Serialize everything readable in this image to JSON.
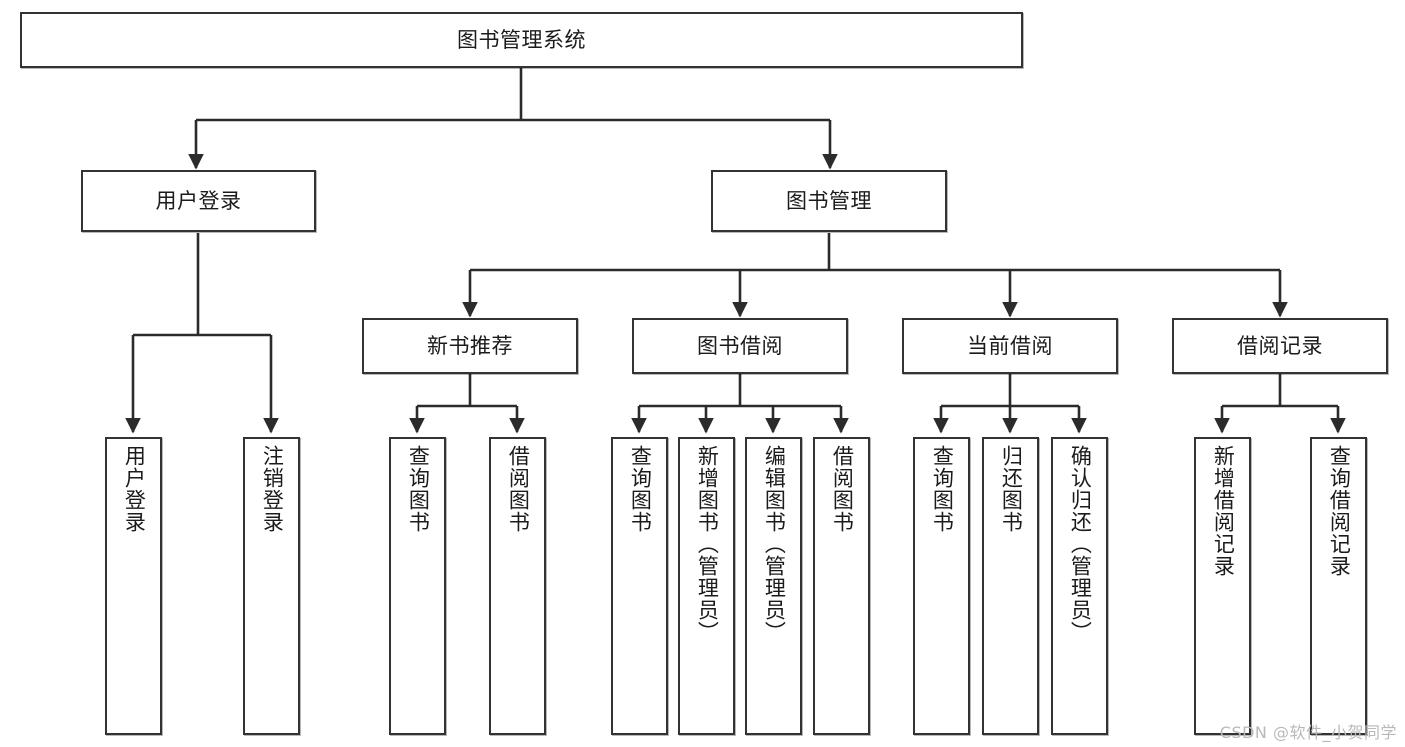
{
  "diagram": {
    "title": "图书管理系统",
    "watermark": "CSDN @软件_小贺同学",
    "colors": {
      "box_border": "#333333",
      "connector": "#2b2b2b",
      "text": "#1b1b1b",
      "background": "#ffffff",
      "watermark": "#b9b9b9"
    },
    "root": {
      "label": "图书管理系统"
    },
    "level2": [
      {
        "label": "用户登录"
      },
      {
        "label": "图书管理"
      }
    ],
    "level3": [
      {
        "label": "新书推荐"
      },
      {
        "label": "图书借阅"
      },
      {
        "label": "当前借阅"
      },
      {
        "label": "借阅记录"
      }
    ],
    "leaves": {
      "user_login": [
        {
          "label": "用户登录"
        },
        {
          "label": "注销登录"
        }
      ],
      "new_book_recommend": [
        {
          "label": "查询图书"
        },
        {
          "label": "借阅图书"
        }
      ],
      "book_borrow": [
        {
          "label": "查询图书"
        },
        {
          "label": "新增图书（管理员）"
        },
        {
          "label": "编辑图书（管理员）"
        },
        {
          "label": "借阅图书"
        }
      ],
      "current_borrow": [
        {
          "label": "查询图书"
        },
        {
          "label": "归还图书"
        },
        {
          "label": "确认归还（管理员）"
        }
      ],
      "borrow_record": [
        {
          "label": "新增借阅记录"
        },
        {
          "label": "查询借阅记录"
        }
      ]
    }
  }
}
